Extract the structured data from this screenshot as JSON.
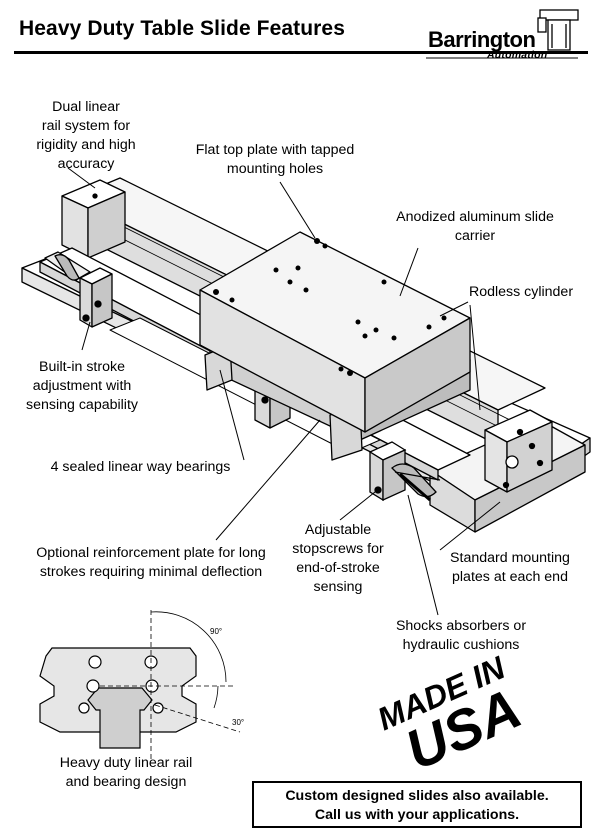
{
  "header": {
    "title": "Heavy Duty Table Slide Features"
  },
  "logo": {
    "name": "Barrington",
    "sub": "Automation"
  },
  "labels": {
    "dual_rail": [
      "Dual linear",
      "rail system for",
      "rigidity and high",
      "accuracy"
    ],
    "flat_top": [
      "Flat top plate with tapped",
      "mounting holes"
    ],
    "anodized": [
      "Anodized aluminum slide",
      "carrier"
    ],
    "rodless": [
      "Rodless cylinder"
    ],
    "stroke_adj": [
      "Built-in stroke",
      "adjustment with",
      "sensing capability"
    ],
    "bearings": [
      "4 sealed linear way bearings"
    ],
    "reinforcement": [
      "Optional reinforcement plate for long",
      "strokes requiring minimal deflection"
    ],
    "stopscrews": [
      "Adjustable",
      "stopscrews for",
      "end-of-stroke",
      "sensing"
    ],
    "mounting_plates": [
      "Standard mounting",
      "plates at each end"
    ],
    "shocks": [
      "Shocks absorbers or",
      "hydraulic cushions"
    ],
    "rail_design": [
      "Heavy duty linear rail",
      "and bearing design"
    ]
  },
  "angles": {
    "a90": "90°",
    "a30": "30°"
  },
  "stamp": {
    "line1": "MADE IN",
    "line2": "USA"
  },
  "cta": {
    "line1": "Custom designed slides also available.",
    "line2": "Call us with your applications."
  }
}
